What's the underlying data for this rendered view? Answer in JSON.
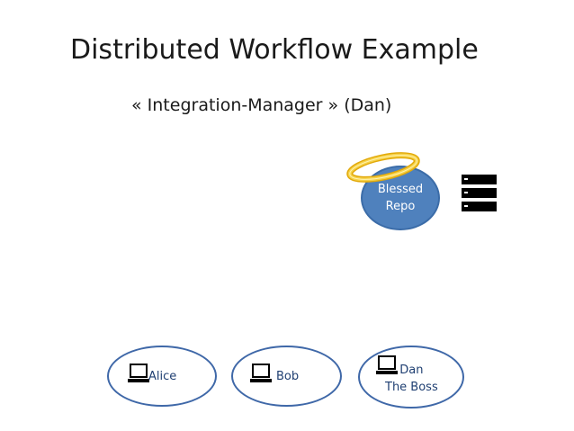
{
  "slide": {
    "title": "Distributed Workflow Example",
    "subtitle": "« Integration-Manager » (Dan)"
  },
  "nodes": {
    "repo": {
      "line1": "Blessed",
      "line2": "Repo",
      "icon": "halo-icon"
    },
    "server": {
      "icon": "server-icon"
    },
    "alice": {
      "label": "Alice",
      "icon": "laptop-icon"
    },
    "bob": {
      "label": "Bob",
      "icon": "laptop-icon"
    },
    "dan": {
      "line1": "Dan",
      "line2": "The Boss",
      "icon": "laptop-icon"
    }
  },
  "colors": {
    "repo_fill": "#4f81bd",
    "node_stroke": "#3f68a8",
    "halo": "#f0c419",
    "server": "#000000"
  }
}
